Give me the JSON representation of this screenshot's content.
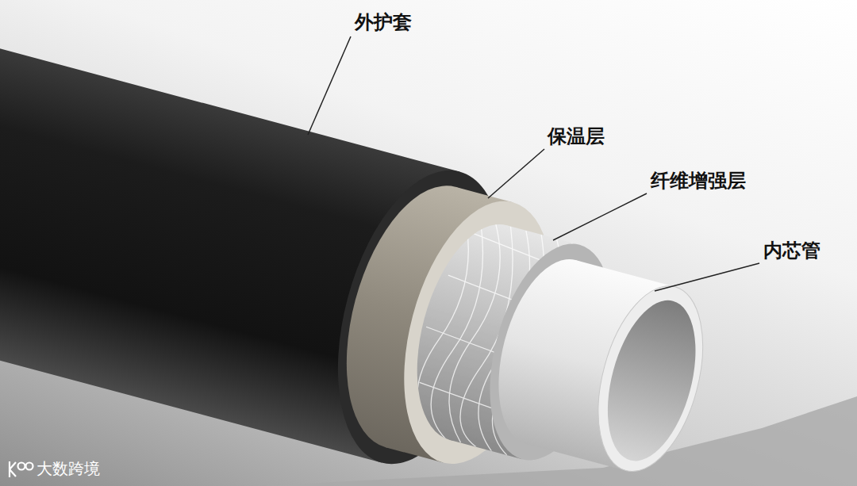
{
  "diagram": {
    "labels": [
      "外护套",
      "保温层",
      "纤维增强层",
      "内芯管",
      "大数跨境"
    ]
  }
}
